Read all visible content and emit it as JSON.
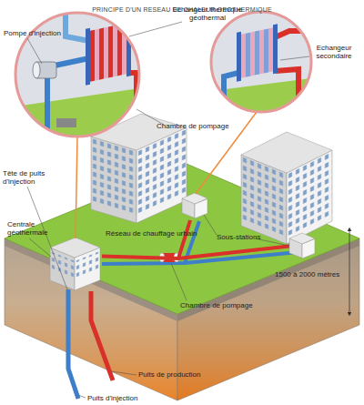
{
  "diagram": {
    "title": "PRINCIPE D'UN RESEAU DE CHALEUR GEOTHERMIQUE",
    "nodes": [
      {
        "text": [
          "Centrale géothermale"
        ]
      },
      {
        "text": [
          "Sous-stations"
        ]
      }
    ],
    "edges": [
      {
        "from": 0,
        "to": 1,
        "arrow": "none",
        "label": "Réseau de chauffage urbain"
      }
    ],
    "labels": [
      "Pompe d'injection",
      "Echangeur thermique géothermal",
      "Chambre de pompage",
      "Echangeur secondaire",
      "Tête de puits d'injection",
      "Chambre de pompage",
      "1500 à 2000 mètres",
      "Puits de production",
      "Puits d'injection"
    ]
  }
}
